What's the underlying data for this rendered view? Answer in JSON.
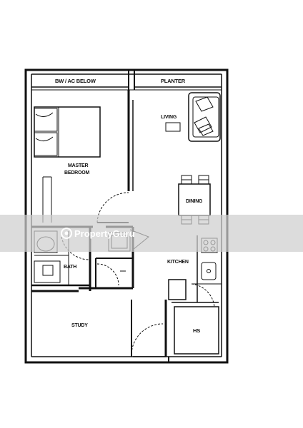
{
  "labels": {
    "bw_ac": "BW / AC BELOW",
    "planter": "PLANTER",
    "living": "LIVING",
    "master_1": "MASTER",
    "master_2": "BEDROOM",
    "dining": "DINING",
    "kitchen": "KITCHEN",
    "bath": "BATH",
    "study": "STUDY",
    "hs": "HS"
  },
  "watermark": {
    "text": "PropertyGuru",
    "band_color": "#cfcfcf"
  },
  "colors": {
    "wall": "#111111",
    "background": "#ffffff"
  }
}
